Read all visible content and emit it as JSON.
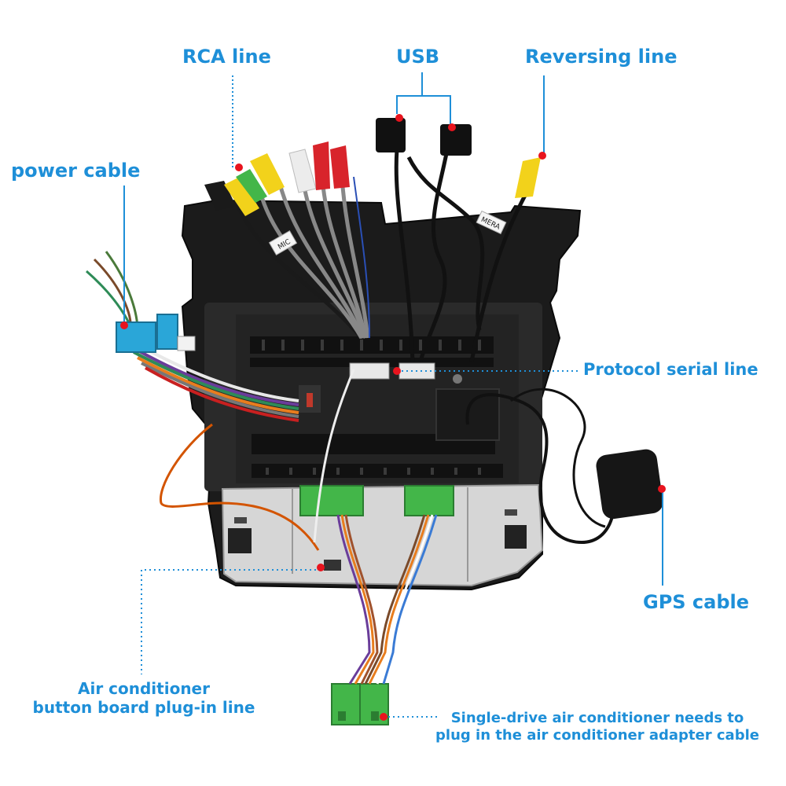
{
  "labels": {
    "rca_line": "RCA line",
    "usb": "USB",
    "reversing_line": "Reversing line",
    "power_cable": "power cable",
    "protocol_serial_line": "Protocol serial  line",
    "gps_cable": "GPS cable",
    "air_conditioner_line1": "Air conditioner",
    "air_conditioner_line2": "button board plug-in line",
    "single_drive_line1": "Single-drive air conditioner needs to",
    "single_drive_line2": "plug in the air conditioner adapter cable"
  },
  "connector_tags": {
    "mic": "MIC",
    "camera": "MERA"
  },
  "colors": {
    "label_blue": "#1e8fd8",
    "marker_red": "#e8141e",
    "chassis_black": "#1b1b1b",
    "connector_green": "#43b649",
    "connector_blue": "#2aa6d8",
    "rca_yellow": "#f2d21b",
    "rca_red": "#d8242b",
    "rca_white": "#ececec"
  }
}
